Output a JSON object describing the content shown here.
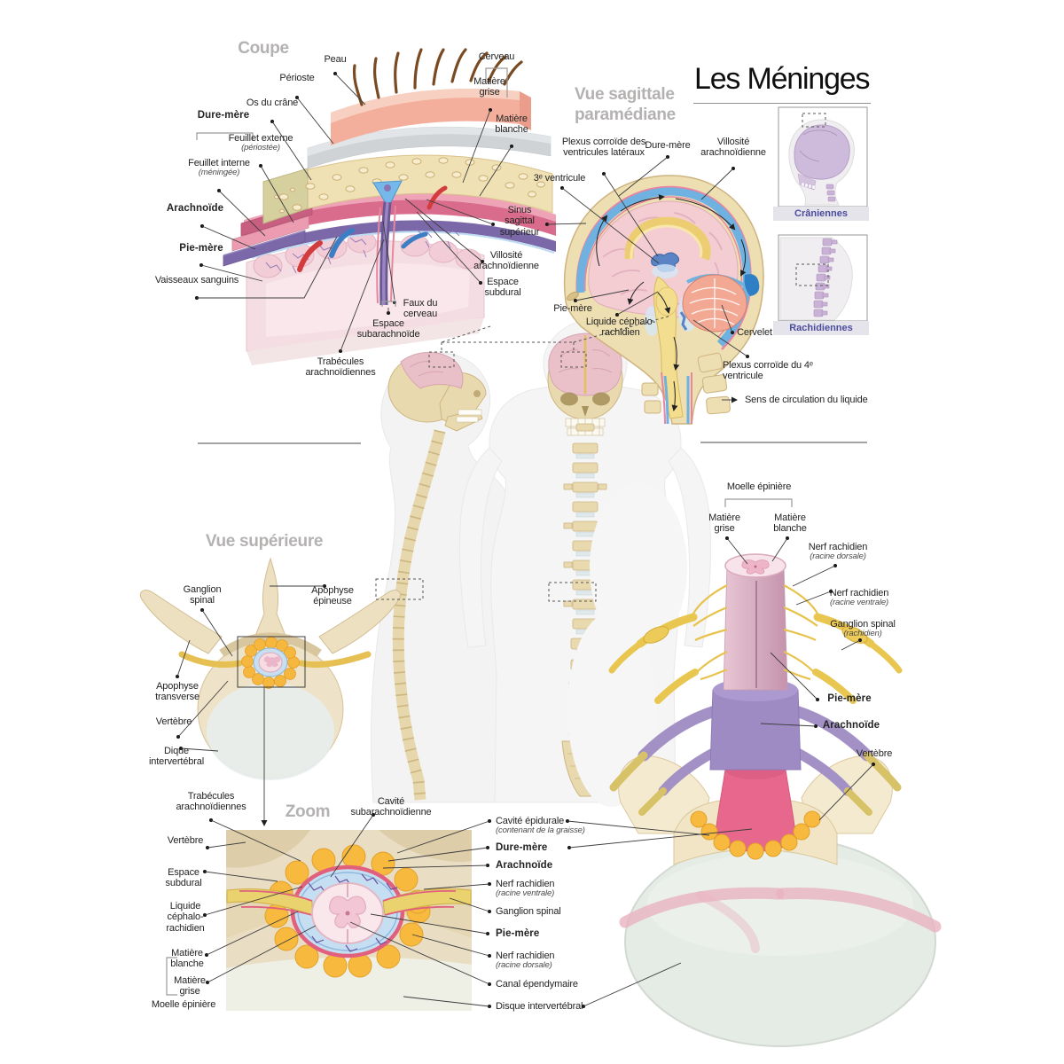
{
  "poster": {
    "title": "Les Méninges"
  },
  "coupe": {
    "title": "Coupe",
    "peau": "Peau",
    "perioste": "Périoste",
    "os_du_crane": "Os du crâne",
    "dure_mere": "Dure-mère",
    "feuillet_externe": "Feuillet externe",
    "feuillet_externe_sub": "(périostée)",
    "feuillet_interne": "Feuillet interne",
    "feuillet_interne_sub": "(méningée)",
    "arachnoide": "Arachnoïde",
    "pie_mere": "Pie-mère",
    "vaisseaux_sanguins": "Vaisseaux sanguins",
    "cerveau": "Cerveau",
    "matiere_grise": "Matière grise",
    "matiere_blanche": "Matière blanche",
    "sinus": "Sinus sagittal supérieur",
    "villosite": "Villosité arachnoïdienne",
    "espace_subdural": "Espace subdural",
    "faux_du_cerveau": "Faux du cerveau",
    "espace_subarachnoide": "Espace subarachnoïde",
    "trabecules": "Trabécules arachnoïdiennes"
  },
  "sagittale": {
    "title_line1": "Vue sagittale",
    "title_line2": "paramédiane",
    "plexus_lateraux": "Plexus corroïde des ventricules latéraux",
    "dure_mere": "Dure-mère",
    "villosite": "Villosité arachnoïdienne",
    "troisieme_ventricule": "3ᵉ ventricule",
    "pie_mere": "Pie-mère",
    "liquide": "Liquide céphalo-rachidien",
    "cervelet": "Cervelet",
    "plexus_4e": "Plexus corroïde du 4ᵉ ventricule",
    "legende_flux": "Sens de circulation du liquide"
  },
  "encarts": {
    "craniennes": "Crâniennes",
    "rachidiennes": "Rachidiennes"
  },
  "vue_superieure": {
    "title": "Vue supérieure",
    "ganglion_spinal": "Ganglion spinal",
    "apophyse_epineuse": "Apophyse épineuse",
    "apophyse_transverse": "Apophyse transverse",
    "vertebre": "Vertèbre",
    "disque": "Dique intervertébral"
  },
  "zoom": {
    "title": "Zoom",
    "trabecules": "Trabécules arachnoïdiennes",
    "cavite_subarachnoidienne": "Cavité subarachnoïdienne",
    "vertebre": "Vertèbre",
    "espace_subdural": "Espace subdural",
    "liquide": "Liquide céphalo-rachidien",
    "matiere_blanche": "Matière blanche",
    "matiere_grise": "Matière grise",
    "moelle_epiniere": "Moelle épinière"
  },
  "coupe_moelle": {
    "cavite_epidurale": "Cavité épidurale",
    "cavite_epidurale_sub": "(contenant de la graisse)",
    "dure_mere": "Dure-mère",
    "arachnoide": "Arachnoïde",
    "nerf_ventral": "Nerf rachidien",
    "nerf_ventral_sub": "(racine ventrale)",
    "ganglion_spinal": "Ganglion spinal",
    "pie_mere": "Pie-mère",
    "nerf_dorsal": "Nerf rachidien",
    "nerf_dorsal_sub": "(racine dorsale)",
    "canal_ependymaire": "Canal épendymaire",
    "disque_intervertebral": "Disque intervertébral"
  },
  "moelle_3d": {
    "moelle_epiniere": "Moelle épinière",
    "matiere_grise": "Matière grise",
    "matiere_blanche": "Matière blanche",
    "nerf_dorsal": "Nerf rachidien",
    "nerf_dorsal_sub": "(racine dorsale)",
    "nerf_ventral": "Nerf rachidien",
    "nerf_ventral_sub": "(racine ventrale)",
    "ganglion_spinal": "Ganglion spinal",
    "ganglion_spinal_sub": "(rachidien)",
    "pie_mere": "Pie-mère",
    "arachnoide": "Arachnoïde",
    "vertebre": "Vertèbre"
  },
  "colors": {
    "caption_purple": "#4c4ba0",
    "section_title_gray": "#b4b1b1",
    "leader_line": "#3c3c3c",
    "dura_pink": "#d96b8c",
    "arachnoid_purple": "#7b68a8",
    "csf_blue": "#74b9ea",
    "fat_orange": "#f8ba3e",
    "bone_cream": "#efe1b4"
  }
}
